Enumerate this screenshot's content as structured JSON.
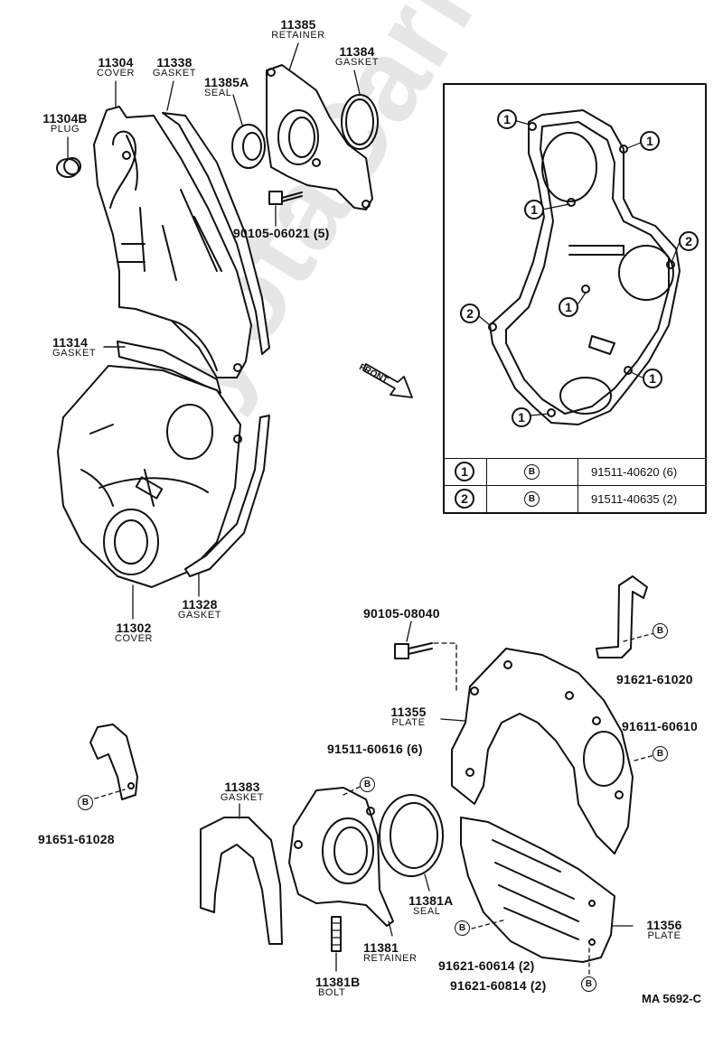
{
  "watermark": "ToyotaCarMine.ru",
  "front_label": "FRONT",
  "diagram_code": "MA 5692-C",
  "parts": [
    {
      "id": "p11385",
      "number": "11385",
      "name": "RETAINER"
    },
    {
      "id": "p11304",
      "number": "11304",
      "name": "COVER"
    },
    {
      "id": "p11338",
      "number": "11338",
      "name": "GASKET"
    },
    {
      "id": "p11384",
      "number": "11384",
      "name": "GASKET"
    },
    {
      "id": "p11385a",
      "number": "11385A",
      "name": "SEAL"
    },
    {
      "id": "p11304b",
      "number": "11304B",
      "name": "PLUG"
    },
    {
      "id": "p90105_06021",
      "number": "90105-06021 (5)",
      "name": ""
    },
    {
      "id": "p11314",
      "number": "11314",
      "name": "GASKET"
    },
    {
      "id": "p11328",
      "number": "11328",
      "name": "GASKET"
    },
    {
      "id": "p11302",
      "number": "11302",
      "name": "COVER"
    },
    {
      "id": "p90105_08040",
      "number": "90105-08040",
      "name": ""
    },
    {
      "id": "p91621_61020",
      "number": "91621-61020",
      "name": ""
    },
    {
      "id": "p11355",
      "number": "11355",
      "name": "PLATE"
    },
    {
      "id": "p91611_60610",
      "number": "91611-60610",
      "name": ""
    },
    {
      "id": "p91511_60616",
      "number": "91511-60616 (6)",
      "name": ""
    },
    {
      "id": "p11383",
      "number": "11383",
      "name": "GASKET"
    },
    {
      "id": "p91651_61028",
      "number": "91651-61028",
      "name": ""
    },
    {
      "id": "p11381a",
      "number": "11381A",
      "name": "SEAL"
    },
    {
      "id": "p11381",
      "number": "11381",
      "name": "RETAINER"
    },
    {
      "id": "p11381b",
      "number": "11381B",
      "name": "BOLT"
    },
    {
      "id": "p11356",
      "number": "11356",
      "name": "PLATE"
    },
    {
      "id": "p91621_60614",
      "number": "91621-60614 (2)",
      "name": ""
    },
    {
      "id": "p91621_60814",
      "number": "91621-60814 (2)",
      "name": ""
    }
  ],
  "bolt_table": [
    {
      "marker": "1",
      "symbol": "B",
      "part": "91511-40620 (6)"
    },
    {
      "marker": "2",
      "symbol": "B",
      "part": "91511-40635 (2)"
    }
  ],
  "inset_markers": [
    "1",
    "1",
    "1",
    "2",
    "2",
    "1",
    "1",
    "1"
  ],
  "b_symbol": "B"
}
